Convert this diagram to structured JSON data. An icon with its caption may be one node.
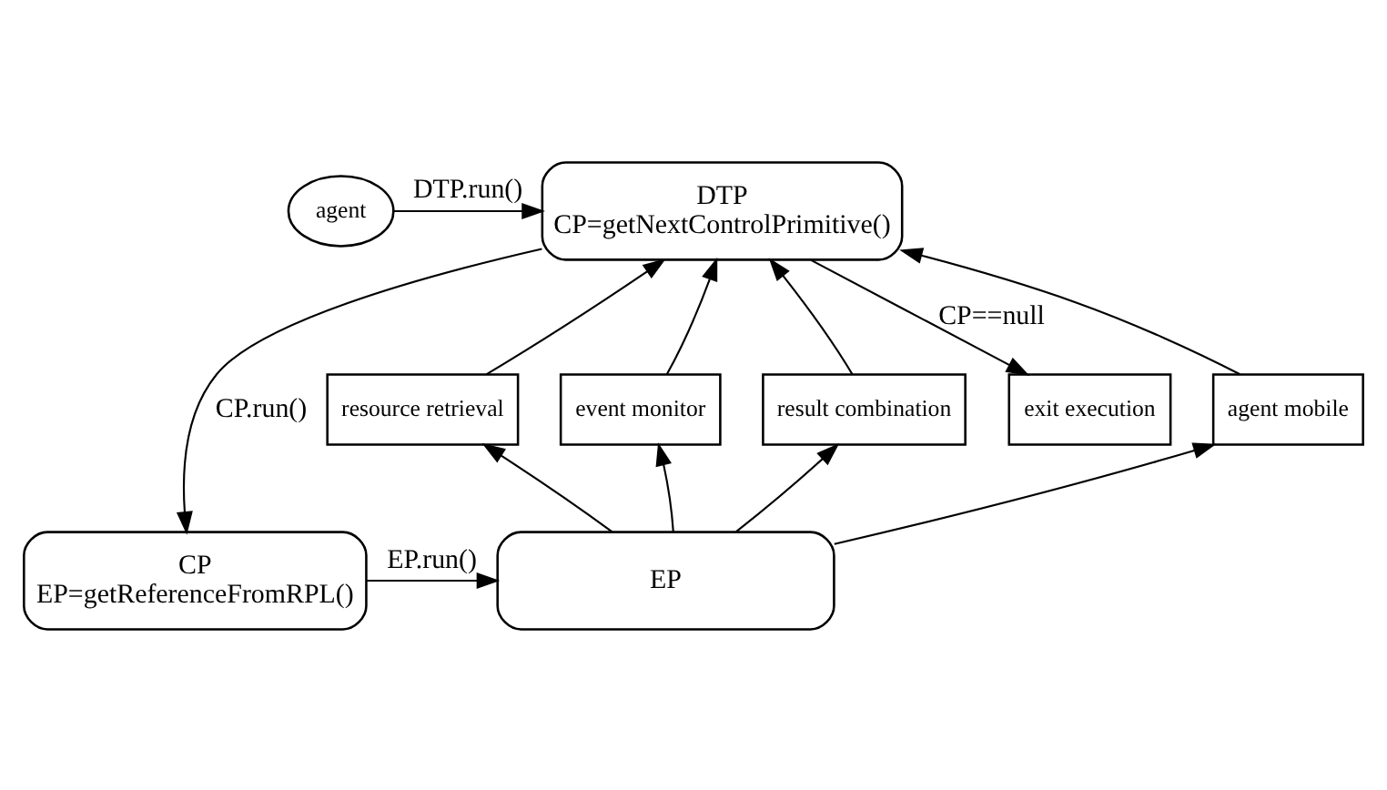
{
  "diagram": {
    "nodes": [
      {
        "text": [
          "agent"
        ]
      },
      {
        "text": [
          "DTP",
          "CP=getNextControlPrimitive()"
        ]
      },
      {
        "text": [
          "agent mobile"
        ]
      },
      {
        "text": [
          "resource retrieval"
        ]
      },
      {
        "text": [
          "event monitor"
        ]
      },
      {
        "text": [
          "result combination"
        ]
      },
      {
        "text": [
          "exit execution"
        ]
      },
      {
        "text": [
          "EP"
        ]
      },
      {
        "text": [
          "CP",
          "EP=getReferenceFromRPL()"
        ]
      }
    ],
    "edges": [
      {
        "from": 0,
        "to": 1,
        "arrow": "to",
        "label": "DTP.run()"
      },
      {
        "from": 1,
        "to": 8,
        "arrow": "to",
        "label": "CP.run()"
      },
      {
        "from": 8,
        "to": 7,
        "arrow": "to",
        "label": "EP.run()"
      },
      {
        "from": 1,
        "to": 6,
        "arrow": "to",
        "label": "CP==null"
      },
      {
        "from": 7,
        "to": 2,
        "arrow": "to"
      },
      {
        "from": 7,
        "to": 3,
        "arrow": "to"
      },
      {
        "from": 7,
        "to": 4,
        "arrow": "to"
      },
      {
        "from": 7,
        "to": 5,
        "arrow": "to"
      },
      {
        "from": 2,
        "to": 1,
        "arrow": "to"
      },
      {
        "from": 3,
        "to": 1,
        "arrow": "to"
      },
      {
        "from": 4,
        "to": 1,
        "arrow": "to"
      },
      {
        "from": 5,
        "to": 1,
        "arrow": "to"
      }
    ]
  }
}
